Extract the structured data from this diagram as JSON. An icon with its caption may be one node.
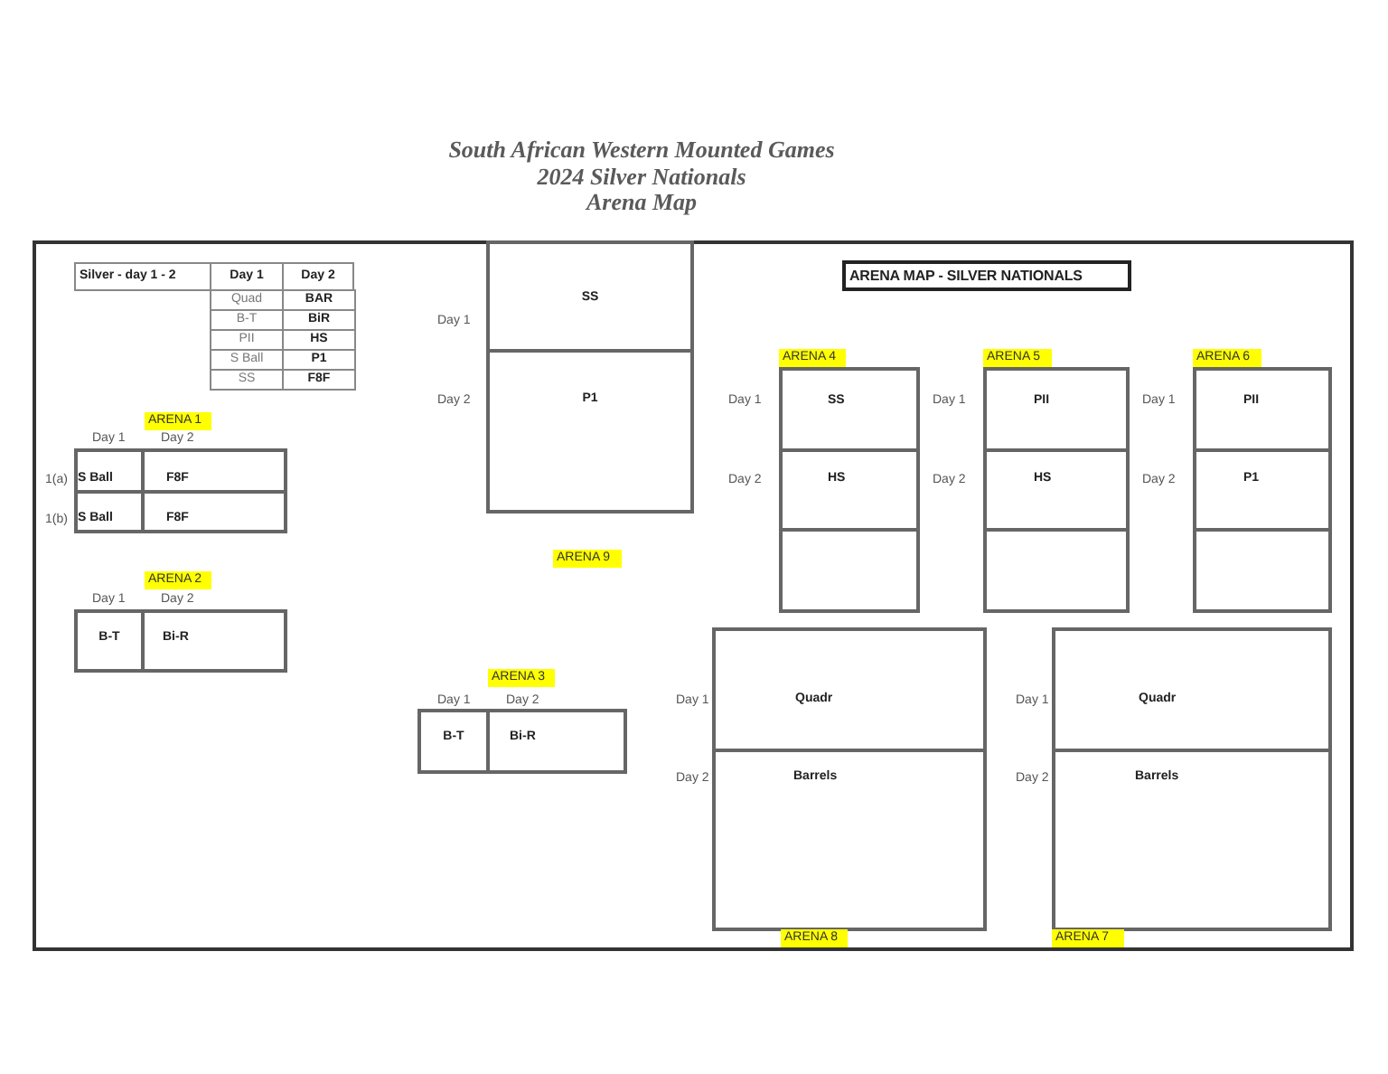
{
  "diagram": {
    "title": "South African Western Mounted Games 2024 Silver Nationals Arena Map",
    "nodes": [
      {
        "text": [
          "ARENA 1"
        ]
      },
      {
        "text": [
          "S Ball"
        ],
        "in": 0,
        "beside": [
          "Day 1",
          "1(a)"
        ]
      },
      {
        "text": [
          "F8F"
        ],
        "in": 0,
        "beside": [
          "Day 2"
        ]
      },
      {
        "text": [
          "S Ball"
        ],
        "in": 0,
        "beside": [
          "1(b)"
        ]
      },
      {
        "text": [
          "F8F"
        ],
        "in": 0
      },
      {
        "text": [
          "ARENA 2"
        ]
      },
      {
        "text": [
          "B-T"
        ],
        "in": 5,
        "beside": [
          "Day 1"
        ]
      },
      {
        "text": [
          "Bi-R"
        ],
        "in": 5,
        "beside": [
          "Day 2"
        ]
      },
      {
        "text": [
          "ARENA 9"
        ]
      },
      {
        "text": [
          "SS"
        ],
        "in": 8,
        "beside": [
          "Day 1"
        ]
      },
      {
        "text": [
          "P1"
        ],
        "in": 8,
        "beside": [
          "Day 2"
        ]
      },
      {
        "text": [
          "ARENA 3"
        ]
      },
      {
        "text": [
          "B-T"
        ],
        "in": 11,
        "beside": [
          "Day 1"
        ]
      },
      {
        "text": [
          "Bi-R"
        ],
        "in": 11,
        "beside": [
          "Day 2"
        ]
      },
      {
        "text": [
          "ARENA MAP - SILVER NATIONALS"
        ]
      },
      {
        "text": [
          "ARENA 4"
        ]
      },
      {
        "text": [
          "SS"
        ],
        "in": 15,
        "beside": [
          "Day 1"
        ]
      },
      {
        "text": [
          "HS"
        ],
        "in": 15,
        "beside": [
          "Day 2"
        ]
      },
      {
        "text": [],
        "shape": "box",
        "in": 15
      },
      {
        "text": [
          "ARENA 5"
        ]
      },
      {
        "text": [
          "PII"
        ],
        "in": 19,
        "beside": [
          "Day 1"
        ]
      },
      {
        "text": [
          "HS"
        ],
        "in": 19,
        "beside": [
          "Day 2"
        ]
      },
      {
        "text": [],
        "shape": "box",
        "in": 19
      },
      {
        "text": [
          "ARENA 6"
        ]
      },
      {
        "text": [
          "PII"
        ],
        "in": 23,
        "beside": [
          "Day 1"
        ]
      },
      {
        "text": [
          "P1"
        ],
        "in": 23,
        "beside": [
          "Day 2"
        ]
      },
      {
        "text": [],
        "shape": "box",
        "in": 23
      },
      {
        "text": [
          "ARENA 8"
        ]
      },
      {
        "text": [
          "Quadr"
        ],
        "in": 27,
        "beside": [
          "Day 1"
        ]
      },
      {
        "text": [
          "Barrels"
        ],
        "in": 27,
        "beside": [
          "Day 2"
        ]
      },
      {
        "text": [
          "ARENA 7"
        ]
      },
      {
        "text": [
          "Quadr"
        ],
        "in": 30,
        "beside": [
          "Day 1"
        ]
      },
      {
        "text": [
          "Barrels"
        ],
        "in": 30,
        "beside": [
          "Day 2"
        ]
      }
    ],
    "labels": [
      "Silver - day 1 - 2",
      "Day 1",
      "Day 2",
      "Quad",
      "BAR",
      "B-T",
      "BiR",
      "PII",
      "HS",
      "S Ball",
      "P1",
      "SS",
      "F8F"
    ]
  }
}
